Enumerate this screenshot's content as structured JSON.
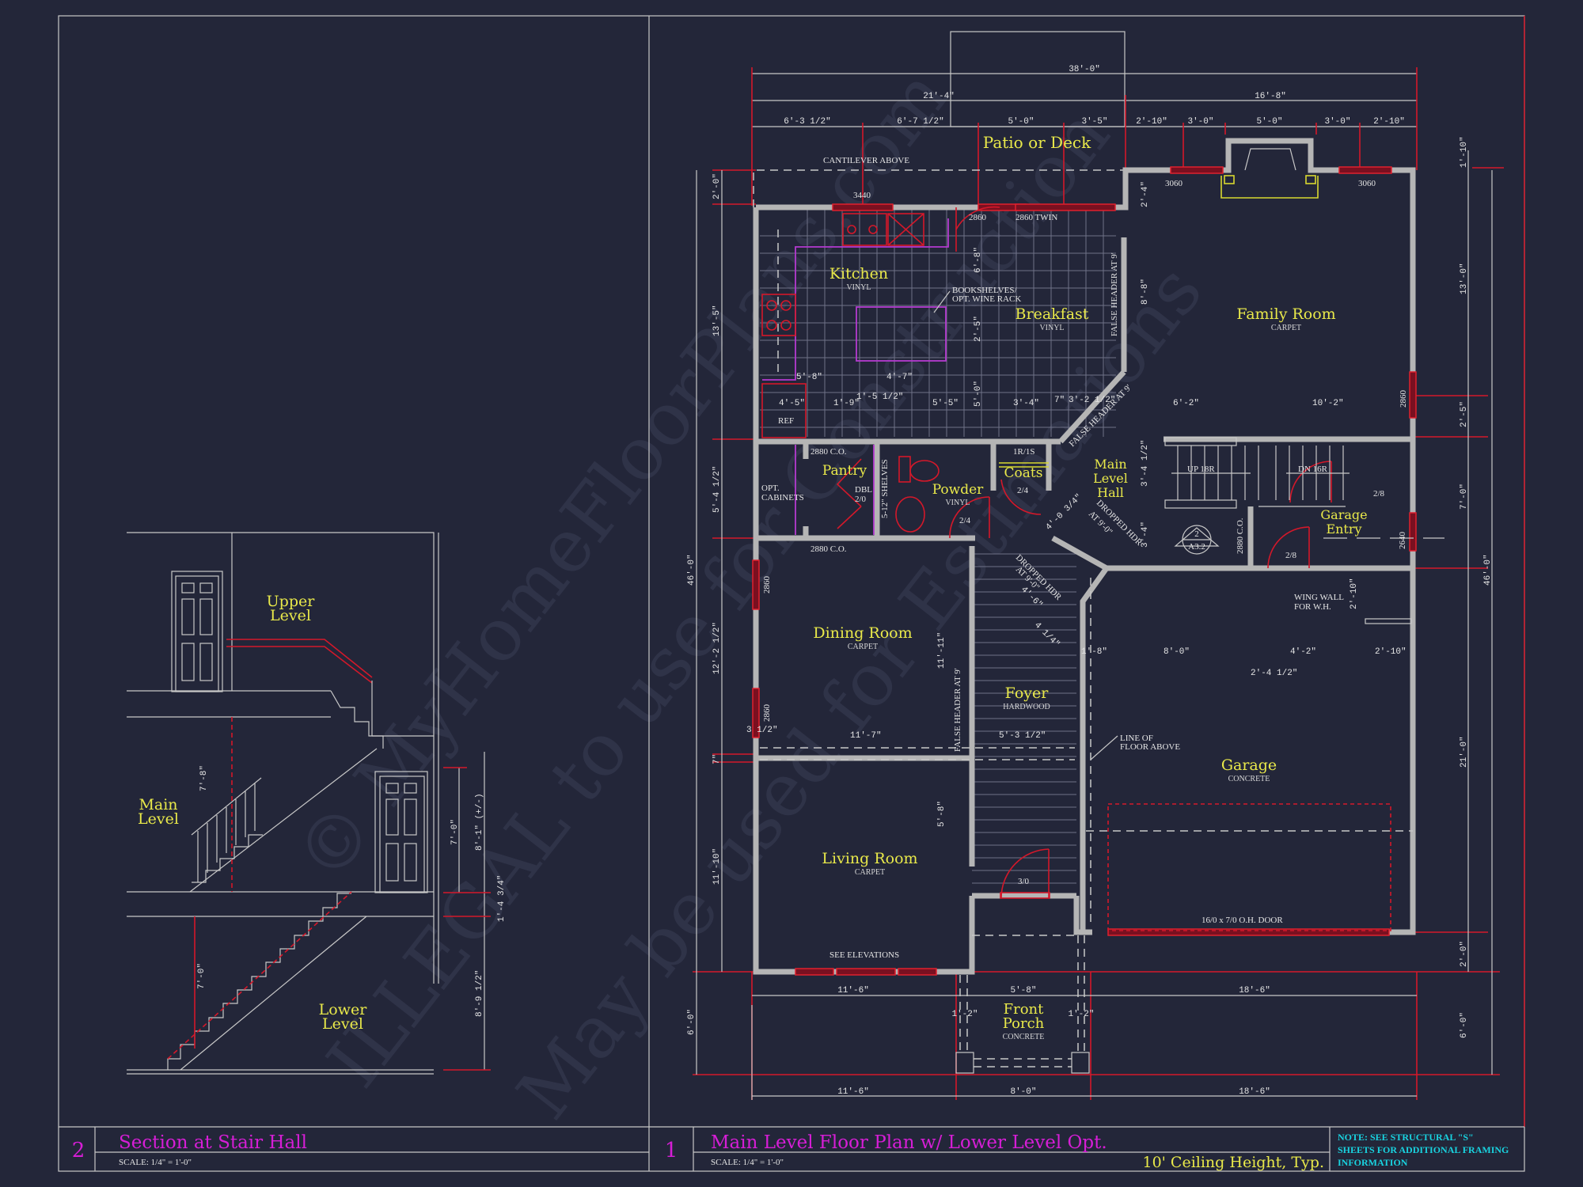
{
  "sheet": {
    "watermark": [
      "© MyHomeFloorPlans.com",
      "ILLEGAL to use for Construction",
      "May be used for Estimations"
    ],
    "colors": {
      "background": "#232639",
      "title": "#d61ed6",
      "room_label": "#e9e94a",
      "note": "#19d3e0",
      "dimension_red": "#d4182a",
      "wall": "#b5b5b5"
    }
  },
  "section_view": {
    "number": "2",
    "title": "Section at Stair Hall",
    "scale": "SCALE: 1/4\" = 1'-0\"",
    "levels": {
      "upper": [
        "Upper",
        "Level"
      ],
      "main": [
        "Main",
        "Level"
      ],
      "lower": [
        "Lower",
        "Level"
      ]
    },
    "dims": {
      "stair_upper": "7'-8\"",
      "door_main": "7'-0\"",
      "floor_main": "8'-1\" (+/-)",
      "floor_thickness": "1'-4 3/4\"",
      "stair_lower": "7'-0\"",
      "floor_lower": "8'-9 1/2\""
    }
  },
  "plan_view": {
    "number": "1",
    "title": "Main Level Floor Plan w/ Lower Level Opt.",
    "scale": "SCALE: 1/4\" = 1'-0\"",
    "ceiling_note": "10' Ceiling Height, Typ.",
    "structural_note": [
      "NOTE: SEE STRUCTURAL \"S\"",
      "SHEETS FOR ADDITIONAL FRAMING",
      "INFORMATION"
    ],
    "rooms": {
      "patio": {
        "name": "Patio or Deck"
      },
      "kitchen": {
        "name": "Kitchen",
        "floor": "VINYL"
      },
      "breakfast": {
        "name": "Breakfast",
        "floor": "VINYL"
      },
      "family": {
        "name": "Family Room",
        "floor": "CARPET"
      },
      "pantry": {
        "name": "Pantry"
      },
      "powder": {
        "name": "Powder",
        "floor": "VINYL"
      },
      "coats": {
        "name": "Coats"
      },
      "hall": {
        "name": [
          "Main",
          "Level",
          "Hall"
        ]
      },
      "garage_entry": {
        "name": [
          "Garage",
          "Entry"
        ]
      },
      "dining": {
        "name": "Dining Room",
        "floor": "CARPET"
      },
      "foyer": {
        "name": "Foyer",
        "floor": "HARDWOOD"
      },
      "garage": {
        "name": "Garage",
        "floor": "CONCRETE"
      },
      "living": {
        "name": "Living Room",
        "floor": "CARPET"
      },
      "porch": {
        "name": [
          "Front",
          "Porch"
        ],
        "floor": "CONCRETE"
      }
    },
    "labels": {
      "cantilever": "CANTILEVER ABOVE",
      "bookshelves": [
        "BOOKSHELVES/",
        "OPT. WINE RACK"
      ],
      "false_header_9": "FALSE HEADER AT 9'",
      "ref": "REF",
      "opt_cabinets": [
        "OPT.",
        "CABINETS"
      ],
      "pantry_door": [
        "DBL",
        "2/0"
      ],
      "shelves": "5-12\" SHELVES",
      "co_2880": "2880 C.O.",
      "rod_shelf": "1R/1S",
      "door_24": "2/4",
      "door_28": "2/8",
      "door_30": "3/0",
      "dropped_hdr": [
        "DROPPED HDR",
        "AT 9'-0\""
      ],
      "stair_up": "UP 18R",
      "stair_dn": "DN 16R",
      "section_tag": {
        "num": "2",
        "sheet": "A3.2"
      },
      "wing_wall": [
        "WING WALL",
        "FOR W.H."
      ],
      "line_floor_above": [
        "LINE OF",
        "FLOOR ABOVE"
      ],
      "garage_door": "16/0 x 7/0 O.H. DOOR",
      "see_elevations": "SEE ELEVATIONS",
      "win_3440": "3440",
      "win_2860": "2860",
      "win_2860_twin": "2860 TWIN",
      "win_3060": "3060",
      "win_2640": "2640"
    },
    "top_dims": {
      "overall": "38'-0\"",
      "left": "21'-4\"",
      "right": "16'-8\"",
      "segments": [
        "6'-3 1/2\"",
        "6'-7 1/2\"",
        "5'-0\"",
        "3'-5\"",
        "2'-10\"",
        "3'-0\"",
        "5'-0\"",
        "3'-0\"",
        "2'-10\""
      ]
    },
    "left_dims": {
      "overall": "46'-0\"",
      "segments": [
        "2'-0\"",
        "13'-5\"",
        "5'-4 1/2\"",
        "12'-2 1/2\"",
        "7\"",
        "11'-10\"",
        "6'-0\""
      ]
    },
    "right_dims": {
      "overall": "46'-0\"",
      "segments": [
        "1'-10\"",
        "13'-0\"",
        "2'-5\"",
        "7'-0\"",
        "21'-0\"",
        "2'-0\"",
        "6'-0\""
      ]
    },
    "bottom_dims": {
      "row1": [
        "11'-6\"",
        "5'-8\"",
        "18'-6\""
      ],
      "row2": [
        "11'-6\"",
        "8'-0\"",
        "18'-6\""
      ],
      "porch_side": "1'-2\""
    },
    "interior_dims": {
      "k1": "5'-8\"",
      "k2": "4'-7\"",
      "k3": "4'-5\"",
      "k4": "1'-9\"",
      "k5": "1'-5 1/2\"",
      "k6": "5'-5\"",
      "k7": "3'-4\"",
      "k8": "7\"",
      "k9": "3'-2 1/2\"",
      "b1": "6'-8\"",
      "b2": "2'-5\"",
      "b3": "5'-0\"",
      "b4": "2'-4\"",
      "b5": "8'-8\"",
      "f1": "6'-2\"",
      "f2": "10'-2\"",
      "h1": "3'-4 1/2\"",
      "h2": "3'-4\"",
      "d1": "11'-7\"",
      "d2": "11'-11\"",
      "d3": "3 1/2\"",
      "fy1": "5'-3 1/2\"",
      "lv1": "5'-8\"",
      "g1": "1'-8\"",
      "g2": "8'-0\"",
      "g3": "4'-2\"",
      "g4": "2'-10\"",
      "g5": "2'-4 1/2\"",
      "ww": "2'-10\"",
      "s1": "4'-0 3/4\"",
      "s2": "4'-6\"",
      "s3": "4 1/4\""
    }
  }
}
